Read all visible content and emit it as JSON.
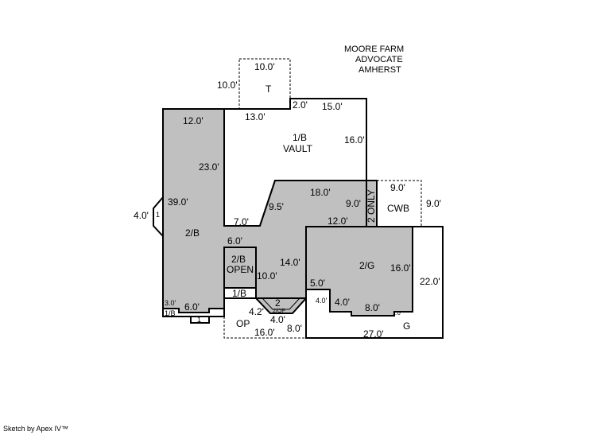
{
  "header": {
    "line1": "MOORE FARM",
    "line2": "ADVOCATE",
    "line3": "AMHERST"
  },
  "credit": "Sketch by Apex IV™",
  "areas": {
    "t": "T",
    "vault_1": "1/B",
    "vault_2": "VAULT",
    "wing": "2/B",
    "open_1": "2/B",
    "open_2": "OPEN",
    "one_b_mid": "1/B",
    "one_b_low": "1/B",
    "step": "1",
    "bay": "1",
    "porch": "2",
    "porch_sub": "2/OP",
    "op": "OP",
    "two_only": "2 ONLY",
    "cwb": "CWB",
    "garage_upper": "2/G",
    "garage": "G"
  },
  "dims": {
    "t_top": "10.0'",
    "t_left": "10.0'",
    "v_2": "2.0'",
    "v_15": "15.0'",
    "v_13": "13.0'",
    "v_16": "16.0'",
    "w_12": "12.0'",
    "w_23": "23.0'",
    "w_39": "39.0'",
    "bay_4": "4.0'",
    "w_7": "7.0'",
    "d_95": "9.5'",
    "c_18": "18.0'",
    "c_9": "9.0'",
    "c_12": "12.0'",
    "cwb_9a": "9.0'",
    "cwb_9b": "9.0'",
    "o_6": "6.0'",
    "o_10": "10.0'",
    "c_14": "14.0'",
    "w_3": "3.0'",
    "w_6": "6.0'",
    "op_42": "4.2'",
    "op_4": "4.0'",
    "op_8": "8.0'",
    "op_16": "16.0'",
    "g_5": "5.0'",
    "g_4a": "4.0'",
    "g_4b": "4.0'",
    "g_8": "8.0'",
    "g_1": "1.0'",
    "g_16": "16.0'",
    "g_22": "22.0'",
    "g_27": "27.0'"
  }
}
